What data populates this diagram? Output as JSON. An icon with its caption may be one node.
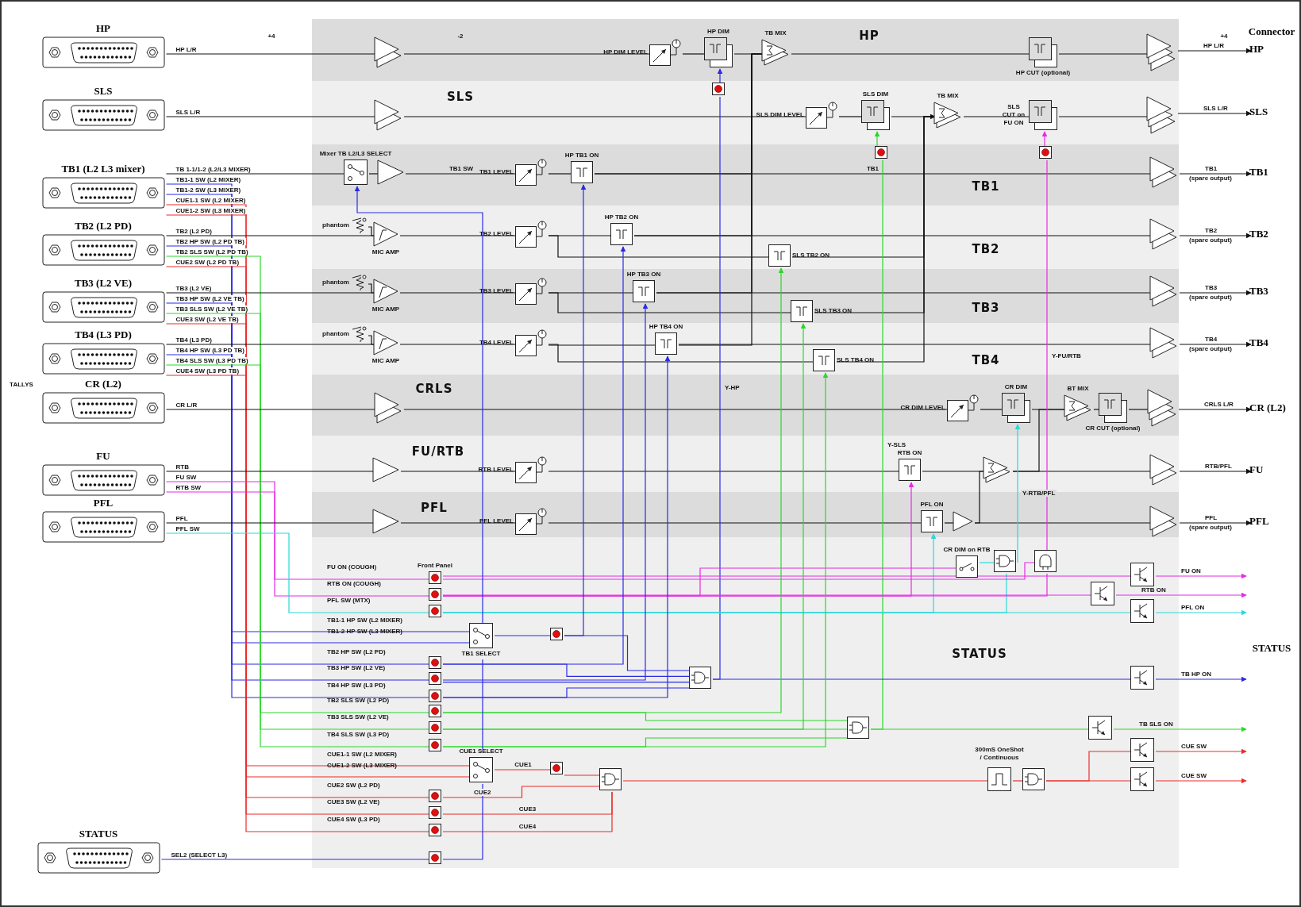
{
  "diagram": {
    "nodes": [
      {
        "text": [
          "HP"
        ]
      },
      {
        "text": [
          "SLS"
        ]
      },
      {
        "text": [
          "TB1 (L2 L3 mixer)"
        ]
      },
      {
        "text": [
          "TB2 (L2 PD)"
        ]
      },
      {
        "text": [
          "TB3 (L2 VE)"
        ]
      },
      {
        "text": [
          "TB4 (L3 PD)"
        ]
      },
      {
        "text": [
          "CR (L2)"
        ]
      },
      {
        "text": [
          "FU"
        ]
      },
      {
        "text": [
          "PFL"
        ]
      },
      {
        "text": [
          "STATUS"
        ]
      },
      {
        "text": [
          "HP"
        ]
      },
      {
        "text": [
          "SLS"
        ]
      },
      {
        "text": [
          "TB1"
        ]
      },
      {
        "text": [
          "TB2"
        ]
      },
      {
        "text": [
          "TB3"
        ]
      },
      {
        "text": [
          "TB4"
        ]
      },
      {
        "text": [
          "CRLS"
        ]
      },
      {
        "text": [
          "FU/RTB"
        ]
      },
      {
        "text": [
          "PFL"
        ]
      },
      {
        "text": [
          "STATUS"
        ]
      },
      {
        "text": [],
        "shape": "triangle",
        "in": 10
      },
      {
        "text": [
          "HP DIM LEVEL"
        ],
        "in": 10
      },
      {
        "text": [
          "HP DIM"
        ],
        "in": 10
      },
      {
        "text": [
          "TB MIX"
        ],
        "in": 10
      },
      {
        "text": [
          "HP CUT (optional)"
        ],
        "in": 10
      },
      {
        "text": [],
        "shape": "triangle",
        "in": 10
      },
      {
        "text": [],
        "shape": "box",
        "in": 11
      },
      {
        "text": [],
        "shape": "triangle",
        "in": 11
      },
      {
        "text": [
          "SLS DIM LEVEL"
        ],
        "in": 11
      },
      {
        "text": [
          "SLS DIM"
        ],
        "in": 11
      },
      {
        "text": [
          "TB MIX"
        ],
        "in": 11
      },
      {
        "text": [
          "SLS CUT on FU ON"
        ],
        "in": 11
      },
      {
        "text": [],
        "shape": "triangle",
        "in": 11
      },
      {
        "text": [],
        "shape": "box",
        "in": 12
      },
      {
        "text": [],
        "shape": "box",
        "in": 12
      },
      {
        "text": [
          "Mixer TB L2/L3 SELECT"
        ],
        "in": 12
      },
      {
        "text": [],
        "shape": "triangle",
        "in": 12
      },
      {
        "text": [
          "TB1 LEVEL"
        ],
        "in": 12
      },
      {
        "text": [
          "HP TB1 ON"
        ],
        "in": 12
      },
      {
        "text": [],
        "shape": "triangle",
        "in": 12
      },
      {
        "text": [
          "phantom"
        ],
        "in": 13
      },
      {
        "text": [
          "MIC AMP"
        ],
        "in": 13
      },
      {
        "text": [
          "TB2 LEVEL"
        ],
        "in": 13
      },
      {
        "text": [
          "HP TB2 ON"
        ],
        "in": 13
      },
      {
        "text": [
          "SLS TB2 ON"
        ],
        "in": 13
      },
      {
        "text": [],
        "shape": "triangle",
        "in": 13
      },
      {
        "text": [
          "phantom"
        ],
        "in": 14
      },
      {
        "text": [
          "MIC AMP"
        ],
        "in": 14
      },
      {
        "text": [
          "TB3 LEVEL"
        ],
        "in": 14
      },
      {
        "text": [
          "HP TB3 ON"
        ],
        "in": 14
      },
      {
        "text": [
          "SLS TB3 ON"
        ],
        "in": 14
      },
      {
        "text": [],
        "shape": "triangle",
        "in": 14
      },
      {
        "text": [
          "phantom"
        ],
        "in": 15
      },
      {
        "text": [
          "MIC AMP"
        ],
        "in": 15
      },
      {
        "text": [
          "TB4 LEVEL"
        ],
        "in": 15
      },
      {
        "text": [
          "HP TB4 ON"
        ],
        "in": 15
      },
      {
        "text": [
          "SLS TB4 ON"
        ],
        "in": 15
      },
      {
        "text": [],
        "shape": "triangle",
        "in": 15
      },
      {
        "text": [],
        "shape": "triangle",
        "in": 16
      },
      {
        "text": [
          "CR DIM LEVEL"
        ],
        "in": 16
      },
      {
        "text": [
          "CR DIM"
        ],
        "in": 16
      },
      {
        "text": [
          "BT MIX"
        ],
        "in": 16
      },
      {
        "text": [
          "CR CUT (optional)"
        ],
        "in": 16
      },
      {
        "text": [],
        "shape": "triangle",
        "in": 16
      },
      {
        "text": [],
        "shape": "triangle",
        "in": 17
      },
      {
        "text": [
          "RTB LEVEL"
        ],
        "in": 17
      },
      {
        "text": [
          "RTB ON"
        ],
        "in": 17
      },
      {
        "text": [],
        "shape": "triangle",
        "in": 17
      },
      {
        "text": [],
        "shape": "triangle",
        "in": 17
      },
      {
        "text": [],
        "shape": "triangle",
        "in": 18
      },
      {
        "text": [
          "PFL LEVEL"
        ],
        "in": 18
      },
      {
        "text": [
          "PFL ON"
        ],
        "in": 18
      },
      {
        "text": [],
        "shape": "triangle",
        "in": 18
      },
      {
        "text": [],
        "shape": "triangle",
        "in": 18
      },
      {
        "text": [
          "CR DIM on RTB"
        ],
        "in": 19
      },
      {
        "text": [],
        "shape": "box",
        "in": 19
      },
      {
        "text": [],
        "shape": "box",
        "in": 19
      },
      {
        "text": [],
        "shape": "box",
        "in": 19
      },
      {
        "text": [],
        "shape": "box",
        "in": 19
      },
      {
        "text": [],
        "shape": "box",
        "in": 19
      },
      {
        "text": [
          "Front Panel"
        ],
        "in": 19
      },
      {
        "text": [],
        "shape": "box",
        "in": 19
      },
      {
        "text": [],
        "shape": "box",
        "in": 19
      },
      {
        "text": [
          "TB1 SELECT"
        ],
        "in": 19
      },
      {
        "text": [],
        "shape": "box",
        "in": 19
      },
      {
        "text": [],
        "shape": "box",
        "in": 19
      },
      {
        "text": [],
        "shape": "box",
        "in": 19
      },
      {
        "text": [],
        "shape": "box",
        "in": 19
      },
      {
        "text": [],
        "shape": "box",
        "in": 19
      },
      {
        "text": [],
        "shape": "box",
        "in": 19
      },
      {
        "text": [],
        "shape": "box",
        "in": 19
      },
      {
        "text": [],
        "shape": "box",
        "in": 19
      },
      {
        "text": [],
        "shape": "box",
        "in": 19
      },
      {
        "text": [],
        "shape": "box",
        "in": 19
      },
      {
        "text": [],
        "shape": "box",
        "in": 19
      },
      {
        "text": [
          "CUE1 SELECT"
        ],
        "in": 19
      },
      {
        "text": [],
        "shape": "box",
        "in": 19
      },
      {
        "text": [],
        "shape": "box",
        "in": 19
      },
      {
        "text": [],
        "shape": "box",
        "in": 19
      },
      {
        "text": [],
        "shape": "box",
        "in": 19
      },
      {
        "text": [],
        "shape": "box",
        "in": 19
      },
      {
        "text": [],
        "shape": "box",
        "in": 19
      },
      {
        "text": [],
        "shape": "box",
        "in": 19
      },
      {
        "text": [],
        "shape": "box",
        "in": 19
      },
      {
        "text": [],
        "shape": "box",
        "in": 19
      },
      {
        "text": [],
        "shape": "box",
        "in": 19
      },
      {
        "text": [
          "HP"
        ]
      },
      {
        "text": [
          "SLS"
        ]
      },
      {
        "text": [
          "TB1"
        ]
      },
      {
        "text": [
          "TB2"
        ]
      },
      {
        "text": [
          "TB3"
        ]
      },
      {
        "text": [
          "TB4"
        ]
      },
      {
        "text": [
          "CR (L2)"
        ]
      },
      {
        "text": [
          "FU"
        ]
      },
      {
        "text": [
          "PFL"
        ]
      }
    ],
    "edges": [
      {
        "from": 0,
        "to": 20,
        "arrow": "none",
        "label": "HP L/R"
      },
      {
        "from": 20,
        "to": 21,
        "arrow": "none"
      },
      {
        "from": 21,
        "to": 22,
        "arrow": "none"
      },
      {
        "from": 22,
        "to": 23,
        "arrow": "none"
      },
      {
        "from": 23,
        "to": 24,
        "arrow": "none"
      },
      {
        "from": 24,
        "to": 25,
        "arrow": "none"
      },
      {
        "from": 25,
        "to": 106,
        "arrow": "to",
        "label": "HP L/R"
      },
      {
        "from": 1,
        "to": 27,
        "arrow": "none",
        "label": "SLS L/R"
      },
      {
        "from": 27,
        "to": 28,
        "arrow": "none"
      },
      {
        "from": 28,
        "to": 29,
        "arrow": "none"
      },
      {
        "from": 29,
        "to": 30,
        "arrow": "none"
      },
      {
        "from": 30,
        "to": 31,
        "arrow": "none"
      },
      {
        "from": 31,
        "to": 32,
        "arrow": "none"
      },
      {
        "from": 32,
        "to": 107,
        "arrow": "to",
        "label": "SLS L/R"
      },
      {
        "from": 2,
        "to": 35,
        "arrow": "none",
        "label": "TB 1-1/1-2 (L2/L3 MIXER)"
      },
      {
        "from": 2,
        "to": 83,
        "arrow": "none",
        "label": "TB1-1 SW (L2 MIXER)",
        "color": "#2a2ae6"
      },
      {
        "from": 2,
        "to": 83,
        "arrow": "none",
        "label": "TB1-2 SW (L3 MIXER)",
        "color": "#2a2ae6"
      },
      {
        "from": 2,
        "to": 95,
        "arrow": "none",
        "label": "CUE1-1 SW (L2 MIXER)",
        "color": "#ee2a2a"
      },
      {
        "from": 2,
        "to": 95,
        "arrow": "none",
        "label": "CUE1-2 SW (L3 MIXER)",
        "color": "#ee2a2a"
      },
      {
        "from": 35,
        "to": 36,
        "arrow": "none"
      },
      {
        "from": 36,
        "to": 37,
        "arrow": "none",
        "label": "TB1 SW"
      },
      {
        "from": 37,
        "to": 38,
        "arrow": "none"
      },
      {
        "from": 38,
        "to": 39,
        "arrow": "none",
        "label": "TB1"
      },
      {
        "from": 39,
        "to": 108,
        "arrow": "to",
        "label": "TB1"
      },
      {
        "from": 3,
        "to": 41,
        "arrow": "none",
        "label": "TB2 (L2 PD)"
      },
      {
        "from": 3,
        "to": 85,
        "arrow": "none",
        "label": "TB2 HP SW (L2 PD TB)",
        "color": "#2a2ae6"
      },
      {
        "from": 3,
        "to": 90,
        "arrow": "none",
        "label": "TB2 SLS SW (L2 PD TB)",
        "color": "#2ad82a"
      },
      {
        "from": 3,
        "to": 97,
        "arrow": "none",
        "label": "CUE2 SW (L2 PD TB)",
        "color": "#ee2a2a"
      },
      {
        "from": 40,
        "to": 41,
        "arrow": "none"
      },
      {
        "from": 41,
        "to": 42,
        "arrow": "none"
      },
      {
        "from": 42,
        "to": 43,
        "arrow": "none"
      },
      {
        "from": 43,
        "to": 45,
        "arrow": "none"
      },
      {
        "from": 45,
        "to": 109,
        "arrow": "to",
        "label": "TB2"
      },
      {
        "from": 4,
        "to": 47,
        "arrow": "none",
        "label": "TB3 (L2 VE)"
      },
      {
        "from": 4,
        "to": 86,
        "arrow": "none",
        "label": "TB3 HP SW (L2 VE TB)",
        "color": "#2a2ae6"
      },
      {
        "from": 4,
        "to": 91,
        "arrow": "none",
        "label": "TB3 SLS SW (L2 VE TB)",
        "color": "#2ad82a"
      },
      {
        "from": 4,
        "to": 98,
        "arrow": "none",
        "label": "CUE3 SW (L2 VE TB)",
        "color": "#ee2a2a"
      },
      {
        "from": 46,
        "to": 47,
        "arrow": "none"
      },
      {
        "from": 47,
        "to": 48,
        "arrow": "none"
      },
      {
        "from": 48,
        "to": 49,
        "arrow": "none"
      },
      {
        "from": 49,
        "to": 51,
        "arrow": "none"
      },
      {
        "from": 51,
        "to": 110,
        "arrow": "to",
        "label": "TB3"
      },
      {
        "from": 5,
        "to": 53,
        "arrow": "none",
        "label": "TB4 (L3 PD)"
      },
      {
        "from": 5,
        "to": 87,
        "arrow": "none",
        "label": "TB4 HP SW (L3 PD TB)",
        "color": "#2a2ae6"
      },
      {
        "from": 5,
        "to": 92,
        "arrow": "none",
        "label": "TB4 SLS SW (L3 PD TB)",
        "color": "#2ad82a"
      },
      {
        "from": 5,
        "to": 99,
        "arrow": "none",
        "label": "CUE4 SW (L3 PD TB)",
        "color": "#ee2a2a"
      },
      {
        "from": 52,
        "to": 53,
        "arrow": "none"
      },
      {
        "from": 53,
        "to": 54,
        "arrow": "none"
      },
      {
        "from": 54,
        "to": 55,
        "arrow": "none"
      },
      {
        "from": 55,
        "to": 57,
        "arrow": "none"
      },
      {
        "from": 57,
        "to": 111,
        "arrow": "to",
        "label": "TB4"
      },
      {
        "from": 42,
        "to": 44,
        "arrow": "none"
      },
      {
        "from": 48,
        "to": 50,
        "arrow": "none"
      },
      {
        "from": 54,
        "to": 56,
        "arrow": "none"
      },
      {
        "from": 38,
        "to": 23,
        "arrow": "none"
      },
      {
        "from": 43,
        "to": 23,
        "arrow": "none"
      },
      {
        "from": 49,
        "to": 23,
        "arrow": "none"
      },
      {
        "from": 55,
        "to": 23,
        "arrow": "none"
      },
      {
        "from": 44,
        "to": 30,
        "arrow": "none"
      },
      {
        "from": 50,
        "to": 30,
        "arrow": "to"
      },
      {
        "from": 56,
        "to": 30,
        "arrow": "none"
      },
      {
        "from": 6,
        "to": 58,
        "arrow": "none",
        "label": "CR L/R"
      },
      {
        "from": 58,
        "to": 59,
        "arrow": "none"
      },
      {
        "from": 59,
        "to": 60,
        "arrow": "none"
      },
      {
        "from": 60,
        "to": 61,
        "arrow": "none"
      },
      {
        "from": 61,
        "to": 62,
        "arrow": "none"
      },
      {
        "from": 62,
        "to": 63,
        "arrow": "none"
      },
      {
        "from": 63,
        "to": 112,
        "arrow": "to",
        "label": "CRLS L/R"
      },
      {
        "from": 7,
        "to": 64,
        "arrow": "none",
        "label": "RTB"
      },
      {
        "from": 7,
        "to": 80,
        "arrow": "none",
        "label": "FU SW",
        "color": "#e62ae6"
      },
      {
        "from": 7,
        "to": 81,
        "arrow": "none",
        "label": "RTB SW",
        "color": "#e62ae6"
      },
      {
        "from": 64,
        "to": 65,
        "arrow": "none"
      },
      {
        "from": 65,
        "to": 66,
        "arrow": "none"
      },
      {
        "from": 66,
        "to": 67,
        "arrow": "none"
      },
      {
        "from": 67,
        "to": 68,
        "arrow": "none"
      },
      {
        "from": 68,
        "to": 113,
        "arrow": "to",
        "label": "RTB/PFL"
      },
      {
        "from": 67,
        "to": 61,
        "arrow": "none"
      },
      {
        "from": 8,
        "to": 69,
        "arrow": "none",
        "label": "PFL"
      },
      {
        "from": 8,
        "to": 82,
        "arrow": "none",
        "label": "PFL SW",
        "color": "#2ad8d8"
      },
      {
        "from": 69,
        "to": 70,
        "arrow": "none"
      },
      {
        "from": 70,
        "to": 71,
        "arrow": "none"
      },
      {
        "from": 71,
        "to": 72,
        "arrow": "none"
      },
      {
        "from": 72,
        "to": 67,
        "arrow": "none"
      },
      {
        "from": 72,
        "to": 73,
        "arrow": "none"
      },
      {
        "from": 73,
        "to": 114,
        "arrow": "to",
        "label": "PFL"
      },
      {
        "from": 88,
        "to": 26,
        "arrow": "none",
        "label": "Y-HP",
        "color": "#2a2ae6"
      },
      {
        "from": 26,
        "to": 22,
        "arrow": "to",
        "color": "#2a2ae6"
      },
      {
        "from": 93,
        "to": 33,
        "arrow": "none",
        "label": "Y-SLS",
        "color": "#2ad82a"
      },
      {
        "from": 33,
        "to": 29,
        "arrow": "to",
        "color": "#2ad82a"
      },
      {
        "from": 76,
        "to": 34,
        "arrow": "none",
        "label": "Y-FU/RTB",
        "color": "#e62ae6"
      },
      {
        "from": 34,
        "to": 31,
        "arrow": "to",
        "color": "#e62ae6"
      },
      {
        "from": 75,
        "to": 60,
        "arrow": "to",
        "label": "Y-RTB/PFL",
        "color": "#2ad8d8"
      },
      {
        "from": 81,
        "to": 66,
        "arrow": "to",
        "color": "#e62ae6"
      },
      {
        "from": 82,
        "to": 71,
        "arrow": "to",
        "color": "#2ad8d8"
      },
      {
        "from": 74,
        "to": 75,
        "arrow": "none",
        "color": "#2ad8d8"
      },
      {
        "from": 82,
        "to": 75,
        "arrow": "none",
        "color": "#2ad8d8"
      },
      {
        "from": 81,
        "to": 74,
        "arrow": "none",
        "color": "#e62ae6"
      },
      {
        "from": 80,
        "to": 76,
        "arrow": "none",
        "color": "#e62ae6"
      },
      {
        "from": 81,
        "to": 76,
        "arrow": "none",
        "color": "#e62ae6"
      },
      {
        "from": 80,
        "to": 77,
        "arrow": "none",
        "color": "#e62ae6"
      },
      {
        "from": 77,
        "to": null,
        "arrow": "to",
        "label": "FU ON",
        "color": "#e62ae6"
      },
      {
        "from": 81,
        "to": 78,
        "arrow": "none",
        "color": "#e62ae6"
      },
      {
        "from": 78,
        "to": null,
        "arrow": "to",
        "label": "RTB ON",
        "color": "#e62ae6"
      },
      {
        "from": 82,
        "to": 79,
        "arrow": "none",
        "color": "#2ad8d8"
      },
      {
        "from": 79,
        "to": null,
        "arrow": "to",
        "label": "PFL ON",
        "color": "#2ad8d8"
      },
      {
        "from": 83,
        "to": 84,
        "arrow": "none",
        "color": "#2a2ae6"
      },
      {
        "from": 84,
        "to": 38,
        "arrow": "to",
        "color": "#2a2ae6"
      },
      {
        "from": 84,
        "to": 88,
        "arrow": "none",
        "color": "#2a2ae6"
      },
      {
        "from": 85,
        "to": 43,
        "arrow": "to",
        "color": "#2a2ae6"
      },
      {
        "from": 85,
        "to": 88,
        "arrow": "none",
        "color": "#2a2ae6"
      },
      {
        "from": 86,
        "to": 49,
        "arrow": "to",
        "color": "#2a2ae6"
      },
      {
        "from": 86,
        "to": 88,
        "arrow": "none",
        "color": "#2a2ae6"
      },
      {
        "from": 87,
        "to": 55,
        "arrow": "to",
        "color": "#2a2ae6"
      },
      {
        "from": 87,
        "to": 88,
        "arrow": "none",
        "color": "#2a2ae6"
      },
      {
        "from": 88,
        "to": 89,
        "arrow": "none",
        "color": "#2a2ae6"
      },
      {
        "from": 89,
        "to": null,
        "arrow": "to",
        "label": "TB HP ON",
        "color": "#2a2ae6"
      },
      {
        "from": 90,
        "to": 44,
        "arrow": "to",
        "color": "#2ad82a"
      },
      {
        "from": 90,
        "to": 93,
        "arrow": "none",
        "color": "#2ad82a"
      },
      {
        "from": 91,
        "to": 50,
        "arrow": "to",
        "color": "#2ad82a"
      },
      {
        "from": 91,
        "to": 93,
        "arrow": "none",
        "color": "#2ad82a"
      },
      {
        "from": 92,
        "to": 56,
        "arrow": "to",
        "color": "#2ad82a"
      },
      {
        "from": 92,
        "to": 93,
        "arrow": "none",
        "color": "#2ad82a"
      },
      {
        "from": 93,
        "to": 94,
        "arrow": "none",
        "color": "#2ad82a"
      },
      {
        "from": 94,
        "to": null,
        "arrow": "to",
        "label": "TB SLS ON",
        "color": "#2ad82a"
      },
      {
        "from": 95,
        "to": 96,
        "arrow": "none",
        "label": "CUE1",
        "color": "#ee2a2a"
      },
      {
        "from": 96,
        "to": 100,
        "arrow": "none",
        "color": "#ee2a2a"
      },
      {
        "from": 97,
        "to": 100,
        "arrow": "none",
        "label": "CUE2",
        "color": "#ee2a2a"
      },
      {
        "from": 98,
        "to": 100,
        "arrow": "none",
        "label": "CUE3",
        "color": "#ee2a2a"
      },
      {
        "from": 99,
        "to": 100,
        "arrow": "none",
        "label": "CUE4",
        "color": "#ee2a2a"
      },
      {
        "from": 100,
        "to": 101,
        "arrow": "none",
        "color": "#ee2a2a"
      },
      {
        "from": 101,
        "to": 102,
        "arrow": "none",
        "color": "#ee2a2a"
      },
      {
        "from": 102,
        "to": 104,
        "arrow": "none",
        "color": "#ee2a2a"
      },
      {
        "from": 102,
        "to": 103,
        "arrow": "none",
        "color": "#ee2a2a"
      },
      {
        "from": 103,
        "to": null,
        "arrow": "to",
        "label": "CUE SW",
        "color": "#ee2a2a"
      },
      {
        "from": 104,
        "to": null,
        "arrow": "to",
        "label": "CUE SW",
        "color": "#ee2a2a"
      },
      {
        "from": 9,
        "to": 105,
        "arrow": "none",
        "label": "SEL2 (SELECT L3)",
        "color": "#2a2ae6"
      },
      {
        "from": 105,
        "to": 95,
        "arrow": "none",
        "color": "#2a2ae6"
      },
      {
        "from": 95,
        "to": 83,
        "arrow": "none",
        "color": "#2a2ae6"
      },
      {
        "from": 83,
        "to": 35,
        "arrow": "to",
        "color": "#2a2ae6"
      }
    ],
    "labels": [
      "Connector",
      "+4",
      "-2",
      "+4",
      "(spare output)",
      "(spare output)",
      "(spare output)",
      "(spare output)",
      "(spare output)",
      "TALLYS",
      "FU ON (COUGH)",
      "RTB ON (COUGH)",
      "PFL SW (MTX)",
      "TB1-1 HP SW (L2 MIXER)",
      "TB1-2 HP SW (L3 MIXER)",
      "TB2 HP SW (L2 PD)",
      "TB3 HP SW (L2 VE)",
      "TB4 HP SW (L3 PD)",
      "TB2 SLS SW (L2 PD)",
      "TB3 SLS SW (L2 VE)",
      "TB4 SLS SW (L3 PD)",
      "CUE1-1 SW (L2 MIXER)",
      "CUE1-2 SW (L3 MIXER)",
      "CUE2 SW (L2 PD)",
      "CUE3 SW (L2 VE)",
      "CUE4 SW (L3 PD)",
      "300mS OneShot / Continuous",
      "STATUS"
    ]
  }
}
